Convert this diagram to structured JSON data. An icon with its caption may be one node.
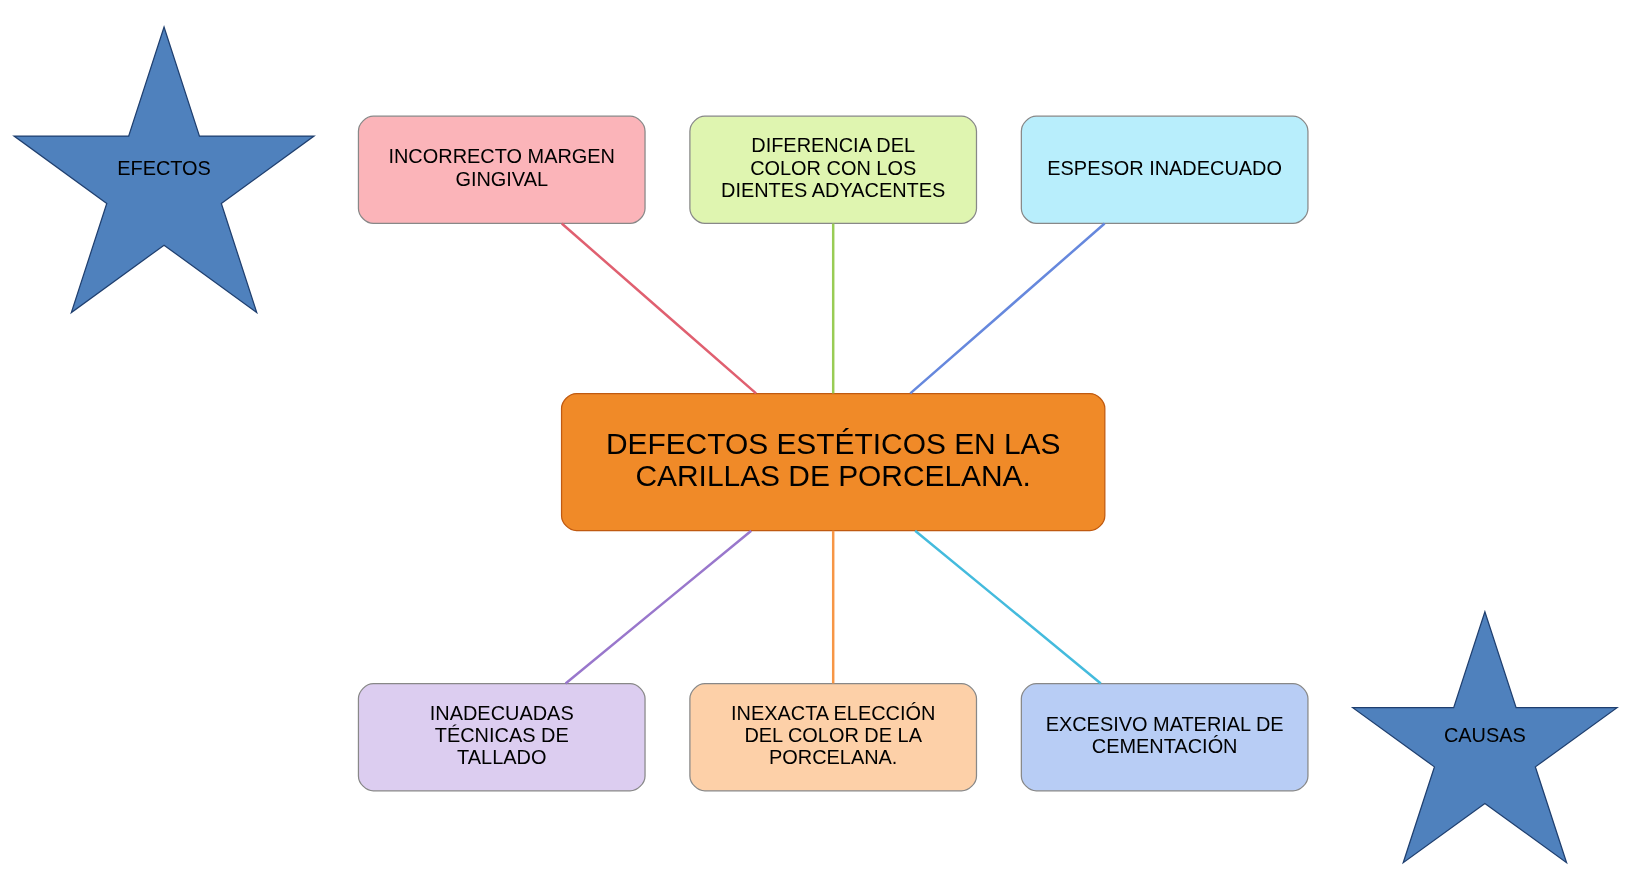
{
  "diagram": {
    "nodes": [
      {
        "text": [
          "EFECTOS"
        ]
      },
      {
        "text": [
          "INCORRECTO MARGEN GINGIVAL"
        ]
      },
      {
        "text": [
          "DIFERENCIA DEL COLOR CON LOS DIENTES ADYACENTES"
        ]
      },
      {
        "text": [
          "ESPESOR INADECUADO"
        ]
      },
      {
        "text": [
          "DEFECTOS ESTÉTICOS EN LAS CARILLAS DE PORCELANA."
        ]
      },
      {
        "text": [
          "CAUSAS"
        ]
      },
      {
        "text": [
          "INADECUADAS TÉCNICAS DE TALLADO"
        ]
      },
      {
        "text": [
          "INEXACTA ELECCIÓN DEL COLOR DE LA PORCELANA."
        ]
      },
      {
        "text": [
          "EXCESIVO MATERIAL DE CEMENTACIÓN"
        ]
      }
    ],
    "edges": [
      {
        "from": 1,
        "to": 4,
        "arrow": "none",
        "color": "#e06070"
      },
      {
        "from": 2,
        "to": 4,
        "arrow": "none",
        "color": "#99cc55"
      },
      {
        "from": 3,
        "to": 4,
        "arrow": "none",
        "color": "#6688dd"
      },
      {
        "from": 4,
        "to": 6,
        "arrow": "none",
        "color": "#9977cc"
      },
      {
        "from": 4,
        "to": 7,
        "arrow": "none",
        "color": "#f79646"
      },
      {
        "from": 4,
        "to": 8,
        "arrow": "none",
        "color": "#44bbdd"
      }
    ]
  }
}
